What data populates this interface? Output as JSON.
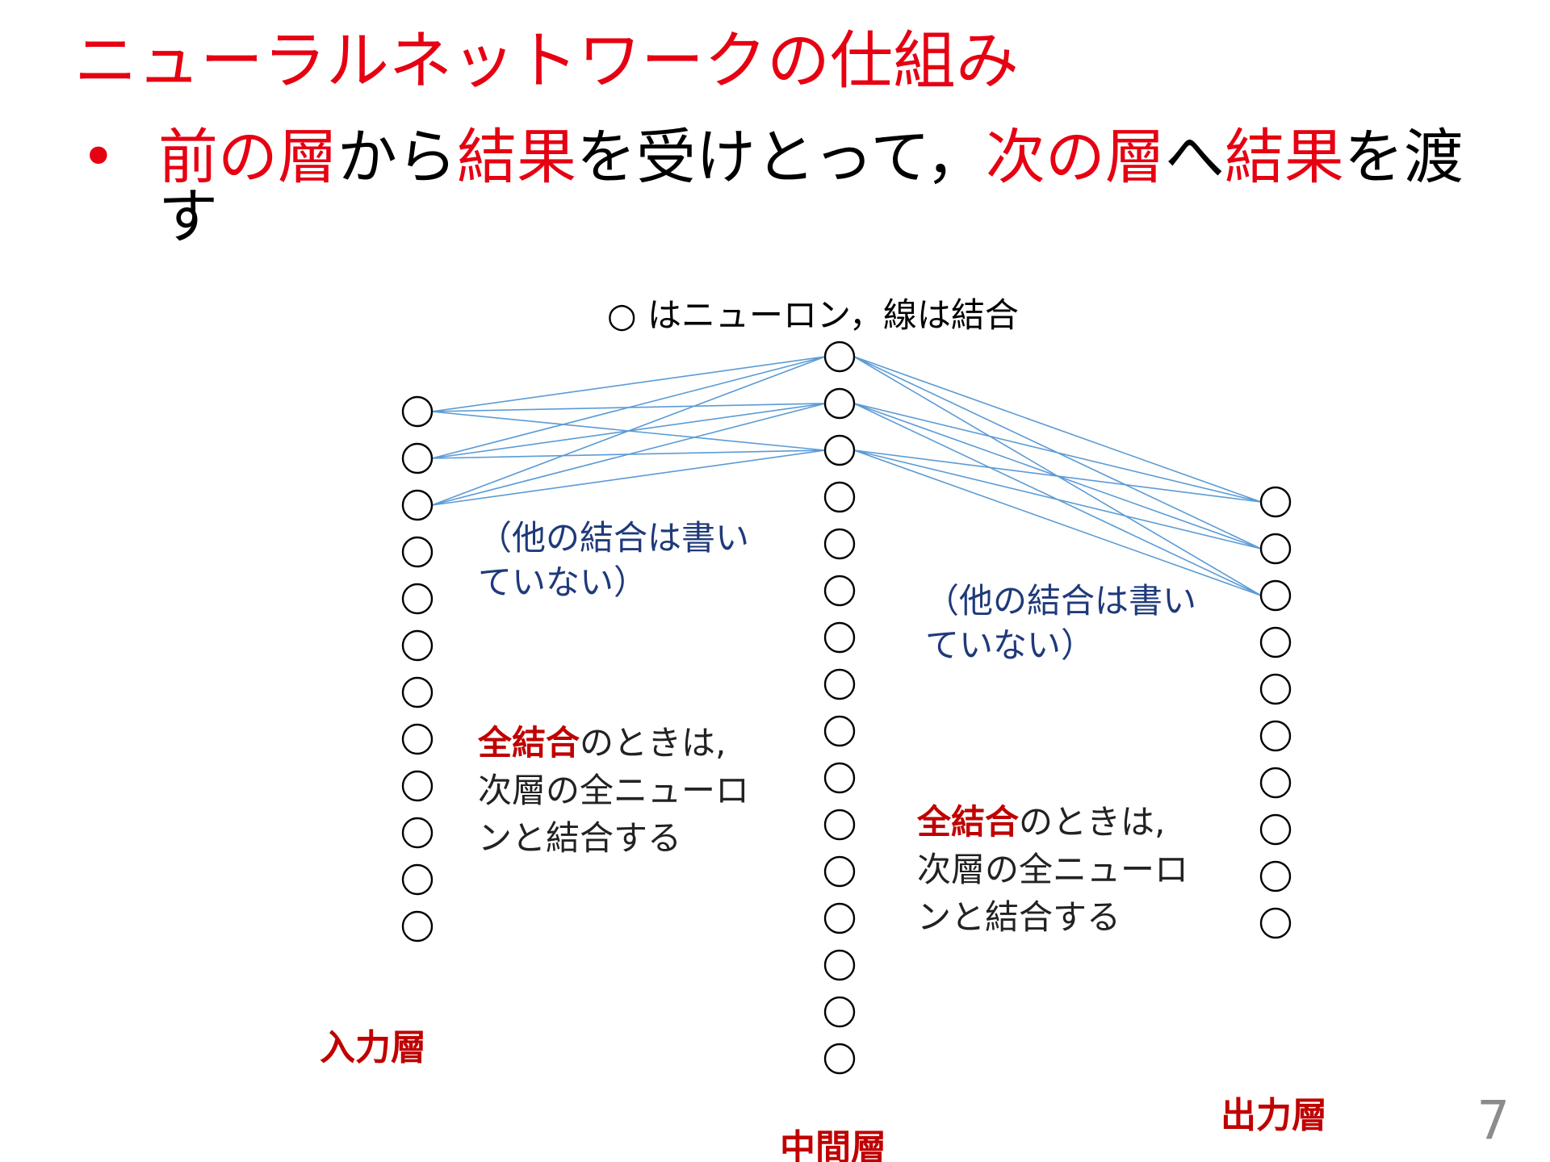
{
  "slide": {
    "title": "ニューラルネットワークの仕組み",
    "bullet_marker": "•",
    "bullet_parts": [
      {
        "text": "前の層",
        "highlight": true
      },
      {
        "text": "から",
        "highlight": false
      },
      {
        "text": "結果",
        "highlight": true
      },
      {
        "text": "を受けとって，",
        "highlight": false
      },
      {
        "text": "次の層",
        "highlight": true
      },
      {
        "text": "へ",
        "highlight": false
      },
      {
        "text": "結果",
        "highlight": true
      },
      {
        "text": "を渡す",
        "highlight": false
      }
    ],
    "page_number": "7"
  },
  "diagram": {
    "legend": "○ はニューロン，線は結合",
    "note_left_omitted": "（他の結合は書いていない）",
    "note_right_omitted": "（他の結合は書いていない）",
    "note_left_full": {
      "em": "全結合",
      "rest": "のときは, 次層の全ニューロンと結合する"
    },
    "note_right_full": {
      "em": "全結合",
      "rest": "のときは, 次層の全ニューロンと結合する"
    },
    "layers": [
      {
        "label": "入力層",
        "neuron_count": 12
      },
      {
        "label": "中間層",
        "neuron_count": 16
      },
      {
        "label": "出力層",
        "neuron_count": 10
      }
    ],
    "connections": [
      {
        "from_layer": 0,
        "from_count": 3,
        "to_layer": 1,
        "to_count": 3
      },
      {
        "from_layer": 1,
        "from_count": 3,
        "to_layer": 2,
        "to_count": 3
      }
    ]
  },
  "colors": {
    "title": "#e60012",
    "highlight": "#c00000",
    "neuron_stroke": "#000000",
    "connection": "#5b9bd5",
    "note_blue": "#1f3a7a",
    "page_number": "#8c8c8c"
  }
}
